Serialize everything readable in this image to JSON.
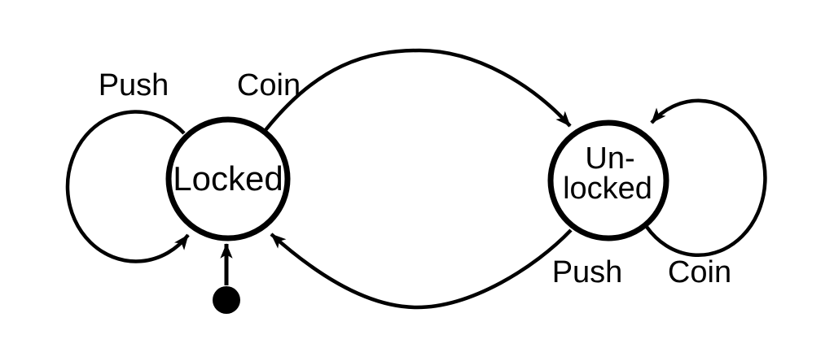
{
  "diagram": {
    "type": "state-machine",
    "background_color": "#ffffff",
    "stroke_color": "#000000",
    "states": {
      "locked": {
        "label": "Locked"
      },
      "unlocked": {
        "label_line1": "Un-",
        "label_line2": "locked"
      }
    },
    "transitions": {
      "locked_push_self": {
        "from": "Locked",
        "to": "Locked",
        "label": "Push"
      },
      "locked_coin_to_unlocked": {
        "from": "Locked",
        "to": "Un-locked",
        "label": "Coin"
      },
      "unlocked_push_to_locked": {
        "from": "Un-locked",
        "to": "Locked",
        "label": "Push"
      },
      "unlocked_coin_self": {
        "from": "Un-locked",
        "to": "Un-locked",
        "label": "Coin"
      }
    },
    "initial": {
      "target": "Locked"
    }
  }
}
